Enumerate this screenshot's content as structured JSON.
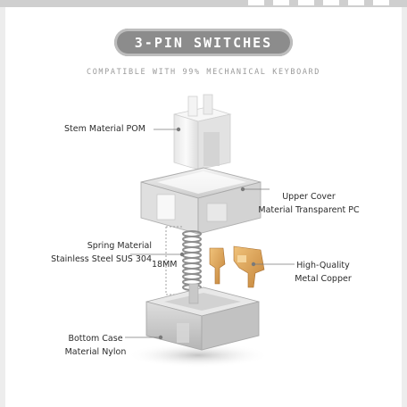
{
  "header": {
    "title": "3-PIN SWITCHES",
    "subtitle": "COMPATIBLE WITH 99% MECHANICAL KEYBOARD"
  },
  "callouts": {
    "stem": {
      "line1": "Stem Material POM"
    },
    "upper_cover": {
      "line1": "Upper Cover",
      "line2": "Material Transparent PC"
    },
    "spring": {
      "line1": "Spring Material",
      "line2": "Stainless Steel SUS 304"
    },
    "spring_length": "18MM",
    "copper": {
      "line1": "High-Quality",
      "line2": "Metal Copper"
    },
    "bottom_case": {
      "line1": "Bottom Case",
      "line2": "Material Nylon"
    }
  },
  "colors": {
    "banner": "#8c8c8c",
    "copper": "#d9a052",
    "housing": "#cfcfcf",
    "stem": "#f2f2f2",
    "leader": "#7a7a7a"
  }
}
